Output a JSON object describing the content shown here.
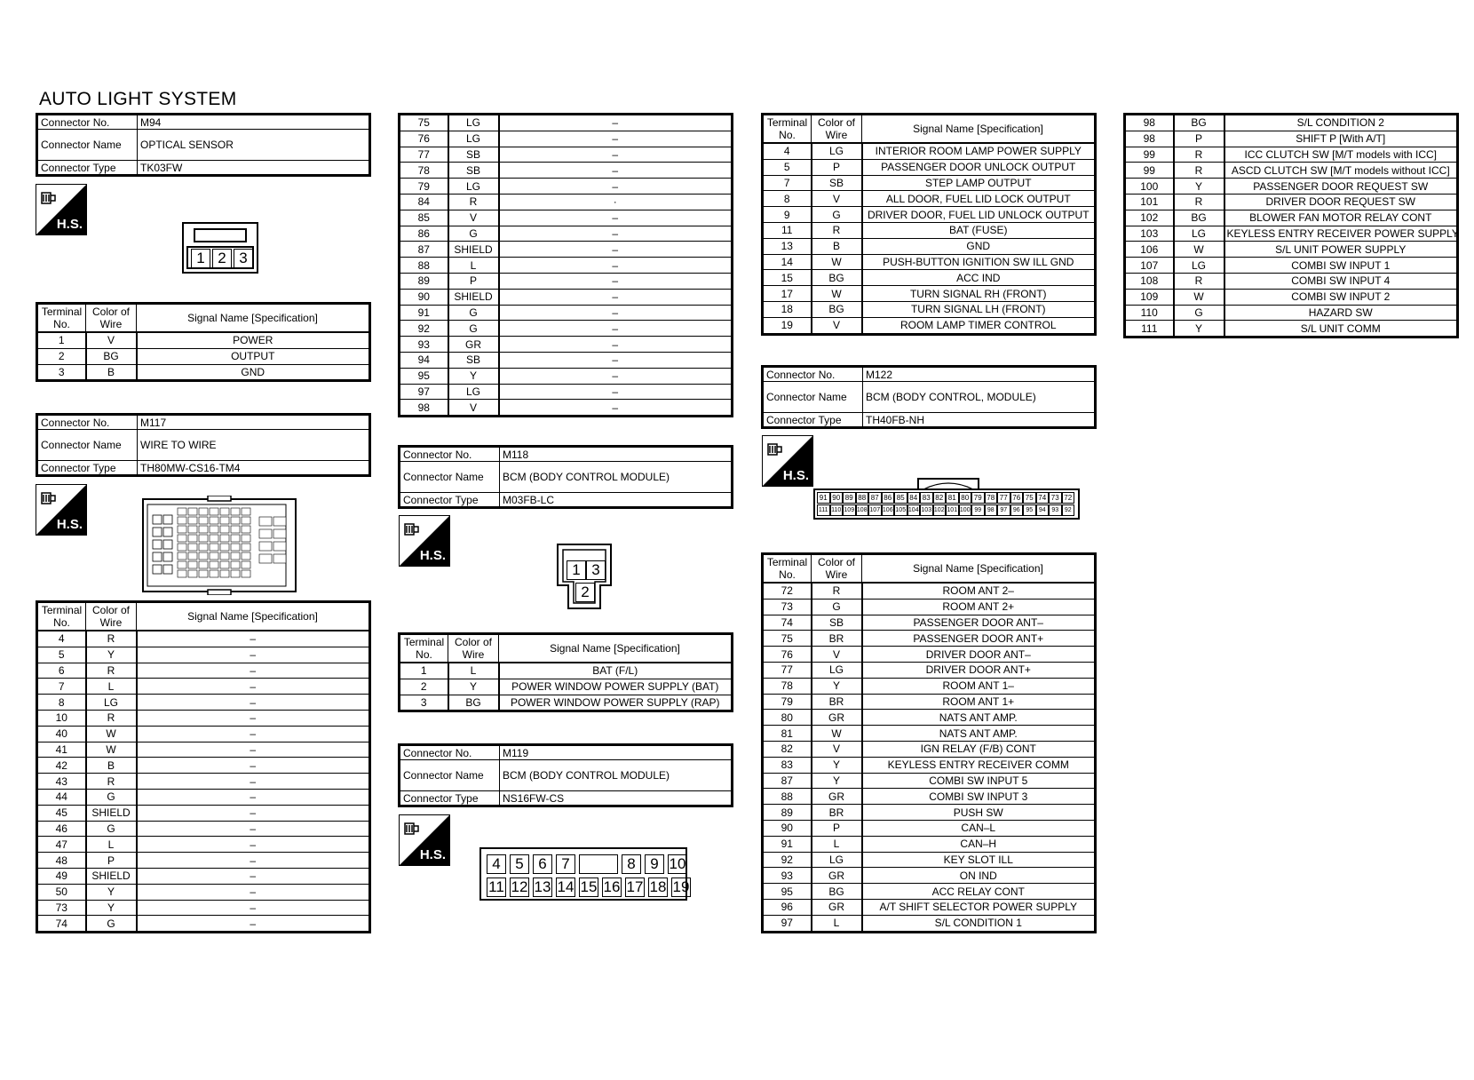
{
  "page": {
    "title": "AUTO LIGHT SYSTEM",
    "hs_label": "H.S."
  },
  "headers": {
    "terminal": "Terminal No.",
    "color": "Color of Wire",
    "signal": "Signal Name [Specification]"
  },
  "info_keys": {
    "no": "Connector No.",
    "name": "Connector Name",
    "type": "Connector Type"
  },
  "m94": {
    "no": "M94",
    "name": "OPTICAL SENSOR",
    "type": "TK03FW",
    "pins": [
      "1",
      "2",
      "3"
    ],
    "rows": [
      [
        "1",
        "V",
        "POWER"
      ],
      [
        "2",
        "BG",
        "OUTPUT"
      ],
      [
        "3",
        "B",
        "GND"
      ]
    ]
  },
  "m117": {
    "no": "M117",
    "name": "WIRE TO WIRE",
    "type": "TH80MW-CS16-TM4",
    "rows": [
      [
        "4",
        "R",
        "–"
      ],
      [
        "5",
        "Y",
        "–"
      ],
      [
        "6",
        "R",
        "–"
      ],
      [
        "7",
        "L",
        "–"
      ],
      [
        "8",
        "LG",
        "–"
      ],
      [
        "10",
        "R",
        "–"
      ],
      [
        "40",
        "W",
        "–"
      ],
      [
        "41",
        "W",
        "–"
      ],
      [
        "42",
        "B",
        "–"
      ],
      [
        "43",
        "R",
        "–"
      ],
      [
        "44",
        "G",
        "–"
      ],
      [
        "45",
        "SHIELD",
        "–"
      ],
      [
        "46",
        "G",
        "–"
      ],
      [
        "47",
        "L",
        "–"
      ],
      [
        "48",
        "P",
        "–"
      ],
      [
        "49",
        "SHIELD",
        "–"
      ],
      [
        "50",
        "Y",
        "–"
      ],
      [
        "73",
        "Y",
        "–"
      ],
      [
        "74",
        "G",
        "–"
      ]
    ]
  },
  "m117b": {
    "rows": [
      [
        "75",
        "LG",
        "–"
      ],
      [
        "76",
        "LG",
        "–"
      ],
      [
        "77",
        "SB",
        "–"
      ],
      [
        "78",
        "SB",
        "–"
      ],
      [
        "79",
        "LG",
        "–"
      ],
      [
        "84",
        "R",
        "·"
      ],
      [
        "85",
        "V",
        "–"
      ],
      [
        "86",
        "G",
        "–"
      ],
      [
        "87",
        "SHIELD",
        "–"
      ],
      [
        "88",
        "L",
        "–"
      ],
      [
        "89",
        "P",
        "–"
      ],
      [
        "90",
        "SHIELD",
        "–"
      ],
      [
        "91",
        "G",
        "–"
      ],
      [
        "92",
        "G",
        "–"
      ],
      [
        "93",
        "GR",
        "–"
      ],
      [
        "94",
        "SB",
        "–"
      ],
      [
        "95",
        "Y",
        "–"
      ],
      [
        "97",
        "LG",
        "–"
      ],
      [
        "98",
        "V",
        "–"
      ]
    ]
  },
  "m118": {
    "no": "M118",
    "name": "BCM (BODY CONTROL MODULE)",
    "type": "M03FB-LC",
    "pins": [
      "1",
      "3",
      "2"
    ],
    "rows": [
      [
        "1",
        "L",
        "BAT (F/L)"
      ],
      [
        "2",
        "Y",
        "POWER WINDOW POWER SUPPLY (BAT)"
      ],
      [
        "3",
        "BG",
        "POWER WINDOW POWER SUPPLY (RAP)"
      ]
    ]
  },
  "m119": {
    "no": "M119",
    "name": "BCM (BODY CONTROL MODULE)",
    "type": "NS16FW-CS",
    "pins_top": [
      "4",
      "5",
      "6",
      "7",
      "",
      "8",
      "9",
      "10"
    ],
    "pins_bottom": [
      "11",
      "12",
      "13",
      "14",
      "15",
      "16",
      "17",
      "18",
      "19"
    ],
    "rows": [
      [
        "4",
        "LG",
        "INTERIOR ROOM LAMP POWER SUPPLY"
      ],
      [
        "5",
        "P",
        "PASSENGER DOOR UNLOCK OUTPUT"
      ],
      [
        "7",
        "SB",
        "STEP LAMP OUTPUT"
      ],
      [
        "8",
        "V",
        "ALL DOOR, FUEL LID LOCK OUTPUT"
      ],
      [
        "9",
        "G",
        "DRIVER DOOR, FUEL LID UNLOCK OUTPUT"
      ],
      [
        "11",
        "R",
        "BAT (FUSE)"
      ],
      [
        "13",
        "B",
        "GND"
      ],
      [
        "14",
        "W",
        "PUSH-BUTTON IGNITION SW ILL GND"
      ],
      [
        "15",
        "BG",
        "ACC IND"
      ],
      [
        "17",
        "W",
        "TURN SIGNAL RH (FRONT)"
      ],
      [
        "18",
        "BG",
        "TURN SIGNAL LH (FRONT)"
      ],
      [
        "19",
        "V",
        "ROOM LAMP TIMER CONTROL"
      ]
    ]
  },
  "m122": {
    "no": "M122",
    "name": "BCM (BODY CONTROL, MODULE)",
    "type": "TH40FB-NH",
    "pins_top": [
      "91",
      "90",
      "89",
      "88",
      "87",
      "86",
      "85",
      "84",
      "83",
      "82",
      "81",
      "80",
      "79",
      "78",
      "77",
      "76",
      "75",
      "74",
      "73",
      "72"
    ],
    "pins_bottom": [
      "111",
      "110",
      "109",
      "108",
      "107",
      "106",
      "105",
      "104",
      "103",
      "102",
      "101",
      "100",
      "99",
      "98",
      "97",
      "96",
      "95",
      "94",
      "93",
      "92"
    ],
    "rows": [
      [
        "72",
        "R",
        "ROOM ANT 2–"
      ],
      [
        "73",
        "G",
        "ROOM ANT 2+"
      ],
      [
        "74",
        "SB",
        "PASSENGER DOOR ANT–"
      ],
      [
        "75",
        "BR",
        "PASSENGER DOOR ANT+"
      ],
      [
        "76",
        "V",
        "DRIVER DOOR ANT–"
      ],
      [
        "77",
        "LG",
        "DRIVER DOOR ANT+"
      ],
      [
        "78",
        "Y",
        "ROOM ANT 1–"
      ],
      [
        "79",
        "BR",
        "ROOM ANT 1+"
      ],
      [
        "80",
        "GR",
        "NATS ANT AMP."
      ],
      [
        "81",
        "W",
        "NATS ANT AMP."
      ],
      [
        "82",
        "V",
        "IGN RELAY (F/B) CONT"
      ],
      [
        "83",
        "Y",
        "KEYLESS ENTRY RECEIVER COMM"
      ],
      [
        "87",
        "Y",
        "COMBI SW INPUT 5"
      ],
      [
        "88",
        "GR",
        "COMBI SW INPUT 3"
      ],
      [
        "89",
        "BR",
        "PUSH SW"
      ],
      [
        "90",
        "P",
        "CAN–L"
      ],
      [
        "91",
        "L",
        "CAN–H"
      ],
      [
        "92",
        "LG",
        "KEY SLOT ILL"
      ],
      [
        "93",
        "GR",
        "ON IND"
      ],
      [
        "95",
        "BG",
        "ACC RELAY CONT"
      ],
      [
        "96",
        "GR",
        "A/T SHIFT SELECTOR POWER SUPPLY"
      ],
      [
        "97",
        "L",
        "S/L CONDITION 1"
      ]
    ]
  },
  "m122b": {
    "rows": [
      [
        "98",
        "BG",
        "S/L CONDITION 2"
      ],
      [
        "98",
        "P",
        "SHIFT P [With A/T]"
      ],
      [
        "99",
        "R",
        "ICC CLUTCH SW [M/T models with ICC]"
      ],
      [
        "99",
        "R",
        "ASCD CLUTCH SW [M/T models without ICC]"
      ],
      [
        "100",
        "Y",
        "PASSENGER DOOR REQUEST SW"
      ],
      [
        "101",
        "R",
        "DRIVER DOOR REQUEST SW"
      ],
      [
        "102",
        "BG",
        "BLOWER FAN MOTOR RELAY CONT"
      ],
      [
        "103",
        "LG",
        "KEYLESS ENTRY RECEIVER POWER SUPPLY"
      ],
      [
        "106",
        "W",
        "S/L UNIT POWER SUPPLY"
      ],
      [
        "107",
        "LG",
        "COMBI SW INPUT 1"
      ],
      [
        "108",
        "R",
        "COMBI SW INPUT 4"
      ],
      [
        "109",
        "W",
        "COMBI SW INPUT 2"
      ],
      [
        "110",
        "G",
        "HAZARD SW"
      ],
      [
        "111",
        "Y",
        "S/L UNIT COMM"
      ]
    ]
  }
}
